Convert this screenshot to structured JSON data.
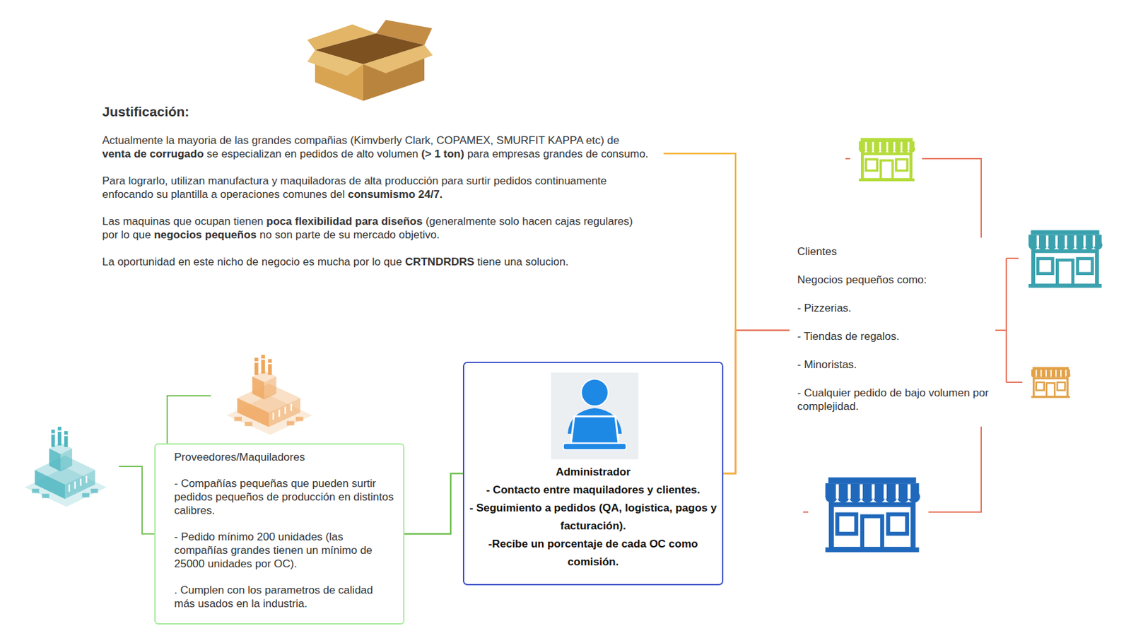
{
  "diagram": {
    "nodes": [
      {
        "text": [
          "Justificación:",
          "Actualmente la mayoria de las grandes compañias (Kimvberly Clark, COPAMEX, SMURFIT KAPPA etc) de venta de corrugado se especializan en pedidos de alto volumen (> 1 ton) para empresas grandes de consumo.",
          "Para lograrlo, utilizan manufactura y maquiladoras de alta producción para surtir pedidos continuamente enfocando su plantilla a operaciones comunes del consumismo 24/7.",
          "Las maquinas que ocupan tienen poca flexibilidad para diseños (generalmente solo hacen cajas regulares) por lo que negocios pequeños no son parte de su mercado objetivo.",
          "La oportunidad en este nicho de negocio es mucha por lo que CRTNDRDRS tiene una solucion."
        ]
      },
      {
        "text": [
          "Clientes",
          "Negocios pequeños como:",
          "- Pizzerias.",
          "- Tiendas de regalos.",
          "- Minoristas.",
          "- Cualquier pedido de bajo volumen por complejidad."
        ]
      },
      {
        "text": [
          "Proveedores/Maquiladores",
          "- Compañías pequeñas que pueden surtir pedidos pequeños de producción en distintos calibres.",
          "- Pedido mínimo 200 unidades (las compañías grandes tienen un mínimo de 25000 unidades por OC).",
          ". Cumplen con los parametros de calidad más usados en la industria."
        ]
      },
      {
        "text": [
          "Administrador",
          "- Contacto entre maquiladores y clientes.",
          "- Seguimiento a pedidos (QA, logistica, pagos y facturación).",
          "-Recibe un porcentaje de cada OC como comisión."
        ]
      }
    ],
    "edges": [
      {
        "from": 0,
        "to": 3,
        "arrow": "none"
      },
      {
        "from": 3,
        "to": 1,
        "arrow": "none"
      },
      {
        "from": 2,
        "to": 3,
        "arrow": "none"
      }
    ]
  }
}
